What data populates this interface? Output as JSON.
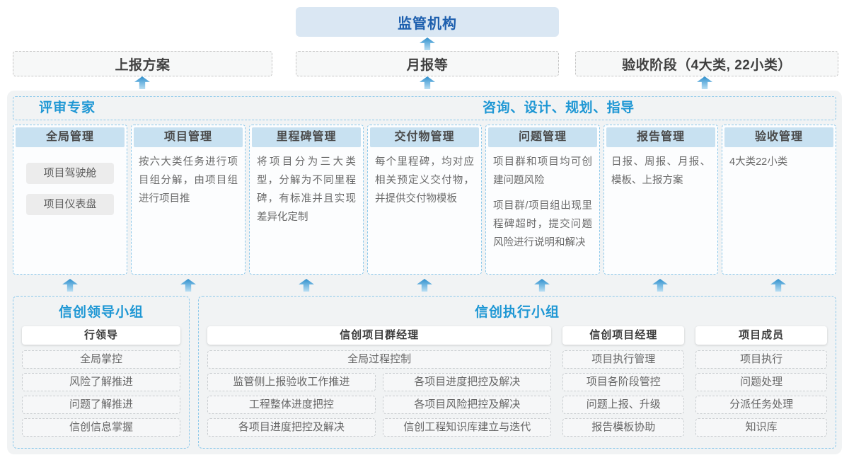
{
  "colors": {
    "accent_blue": "#1e97d4",
    "dark_blue": "#1d5fae",
    "regulator_fill": "#dae7f3",
    "column_header_fill": "#c8e1f1",
    "dashed_blue_border": "#8cc8ea",
    "arrow_blue": "#4aa0d8",
    "container_fill": "#f1f3f4"
  },
  "top": {
    "regulator": "监管机构",
    "channels": [
      {
        "label": "上报方案"
      },
      {
        "label": "月报等"
      },
      {
        "label": "验收阶段（4大类, 22小类）"
      }
    ]
  },
  "band": {
    "left_title": "评审专家",
    "right_title": "咨询、设计、规划、指导"
  },
  "columns": [
    {
      "header": "全局管理",
      "chips": [
        "项目驾驶舱",
        "项目仪表盘"
      ]
    },
    {
      "header": "项目管理",
      "paragraphs": [
        "按六大类任务进行项目组分解，由项目组进行项目推"
      ]
    },
    {
      "header": "里程碑管理",
      "paragraphs": [
        "将项目分为三大类型，分解为不同里程碑，有标准并且实现差异化定制"
      ]
    },
    {
      "header": "交付物管理",
      "paragraphs": [
        "每个里程碑，均对应相关预定义交付物，并提供交付物模板"
      ]
    },
    {
      "header": "问题管理",
      "paragraphs": [
        "项目群和项目均可创建问题风险",
        "项目群/项目组出现里程碑超时，提交问题风险进行说明和解决"
      ]
    },
    {
      "header": "报告管理",
      "paragraphs": [
        "日报、周报、月报、模板、上报方案"
      ]
    },
    {
      "header": "验收管理",
      "paragraphs": [
        "4大类22小类"
      ]
    }
  ],
  "groups": {
    "leader": {
      "title": "信创领导小组",
      "role": "行领导",
      "items": [
        "全局掌控",
        "风险了解推进",
        "问题了解推进",
        "信创信息掌握"
      ]
    },
    "executor": {
      "title": "信创执行小组",
      "program_manager": {
        "role": "信创项目群经理",
        "full_item": "全局过程控制",
        "left_items": [
          "监管侧上报验收工作推进",
          "工程整体进度把控",
          "各项目进度把控及解决"
        ],
        "right_items": [
          "各项目进度把控及解决",
          "各项目风险把控及解决",
          "信创工程知识库建立与迭代"
        ]
      },
      "project_manager": {
        "role": "信创项目经理",
        "items": [
          "项目执行管理",
          "项目各阶段管控",
          "问题上报、升级",
          "报告模板协助"
        ]
      },
      "member": {
        "role": "项目成员",
        "items": [
          "项目执行",
          "问题处理",
          "分派任务处理",
          "知识库"
        ]
      }
    }
  }
}
